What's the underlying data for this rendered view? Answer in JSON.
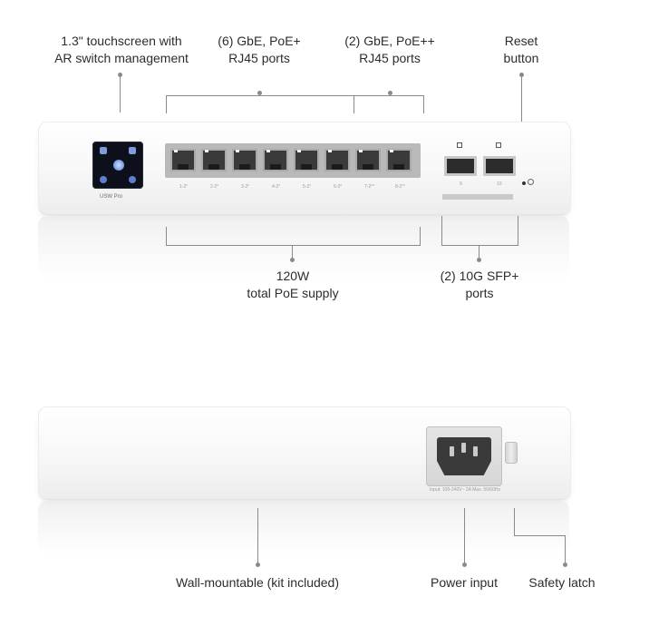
{
  "front": {
    "labels": {
      "touchscreen": [
        "1.3\" touchscreen with",
        "AR switch management"
      ],
      "poe_plus": [
        "(6) GbE, PoE+",
        "RJ45 ports"
      ],
      "poe_plus_plus": [
        "(2) GbE, PoE++",
        "RJ45 ports"
      ],
      "reset": [
        "Reset",
        "button"
      ],
      "poe_supply": [
        "120W",
        "total PoE supply"
      ],
      "sfp": [
        "(2) 10G SFP+",
        "ports"
      ]
    },
    "brand_text": "USW Pro",
    "port_labels": [
      "1-2°",
      "2-2°",
      "3-2°",
      "4-2°",
      "5-2°",
      "6-2°",
      "7-2°°",
      "8-2°°"
    ],
    "sfp_labels": [
      "9",
      "10"
    ]
  },
  "back": {
    "labels": {
      "wall_mount": "Wall-mountable (kit included)",
      "power": "Power input",
      "latch": "Safety latch"
    },
    "power_rating_text": "Input: 100-240V~ 2A Max. 50/60Hz"
  },
  "colors": {
    "accent": "#4a78d8",
    "line": "#8a8a8a"
  }
}
